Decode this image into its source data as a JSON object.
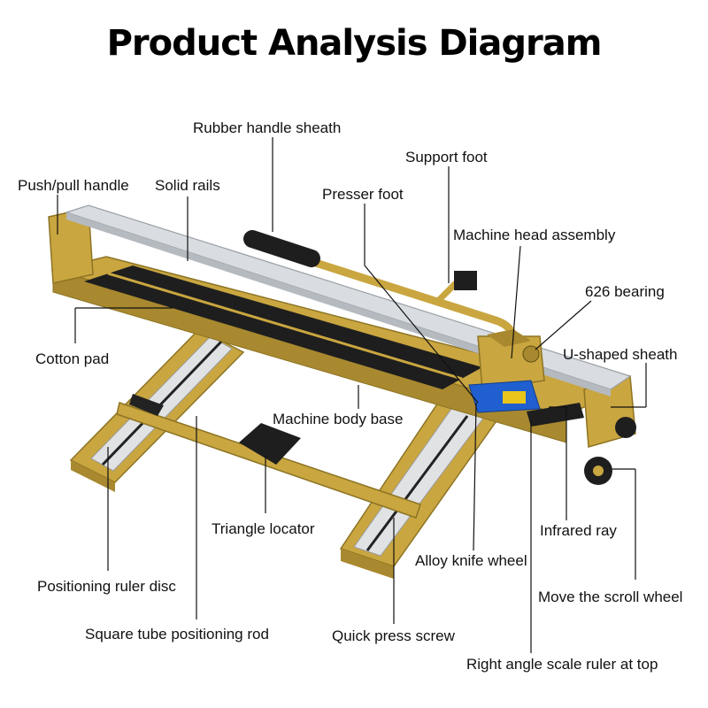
{
  "title": "Product Analysis Diagram",
  "labels": {
    "rubber_handle_sheath": "Rubber handle sheath",
    "support_foot": "Support foot",
    "push_pull_handle": "Push/pull handle",
    "solid_rails": "Solid rails",
    "presser_foot": "Presser foot",
    "machine_head_assembly": "Machine head assembly",
    "bearing_626": "626 bearing",
    "u_shaped_sheath": "U-shaped sheath",
    "cotton_pad": "Cotton pad",
    "machine_body_base": "Machine body base",
    "triangle_locator": "Triangle locator",
    "infrared_ray": "Infrared ray",
    "alloy_knife_wheel": "Alloy knife wheel",
    "positioning_ruler_disc": "Positioning ruler disc",
    "move_scroll_wheel": "Move the scroll wheel",
    "square_tube_positioning_rod": "Square tube positioning rod",
    "quick_press_screw": "Quick press screw",
    "right_angle_scale_ruler": "Right angle scale ruler at top"
  },
  "colors": {
    "brass": "#c9a640",
    "brass_dark": "#8d7424",
    "rail_silver": "#d9dde2",
    "pad_black": "#1e1e1e",
    "blue_part": "#1f5fd0"
  }
}
